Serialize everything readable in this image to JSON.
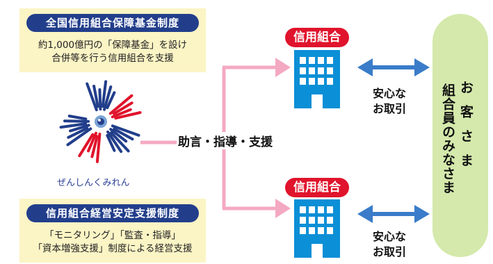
{
  "top_system": {
    "title": "全国信用組合保障基金制度",
    "lines": [
      "約1,000億円の「保障基金」を設け",
      "合併等を行う信用組合を支援"
    ]
  },
  "bottom_system": {
    "title": "信用組合経営安定支援制度",
    "lines": [
      "「モニタリング」「監査・指導」",
      "「資本増強支援」制度による経営支援"
    ]
  },
  "logo": {
    "caption": "ぜんしんくみれん"
  },
  "advice_label": "助言・指導・支援",
  "credit_unions": [
    {
      "label": "信用組合"
    },
    {
      "label": "信用組合"
    }
  ],
  "transaction_labels": [
    [
      "安心な",
      "お取引"
    ],
    [
      "安心な",
      "お取引"
    ]
  ],
  "customers": {
    "line1": "お客さま",
    "line2": "組合員のみなさま"
  },
  "colors": {
    "navy": "#223e8b",
    "red": "#e0142c",
    "pink": "#f4a9c3",
    "arrow_blue": "#3a7cc9",
    "pale_yellow": "#fbf4c5",
    "pale_green": "#d4e9ab",
    "building_blue": "#0b8fd6"
  }
}
